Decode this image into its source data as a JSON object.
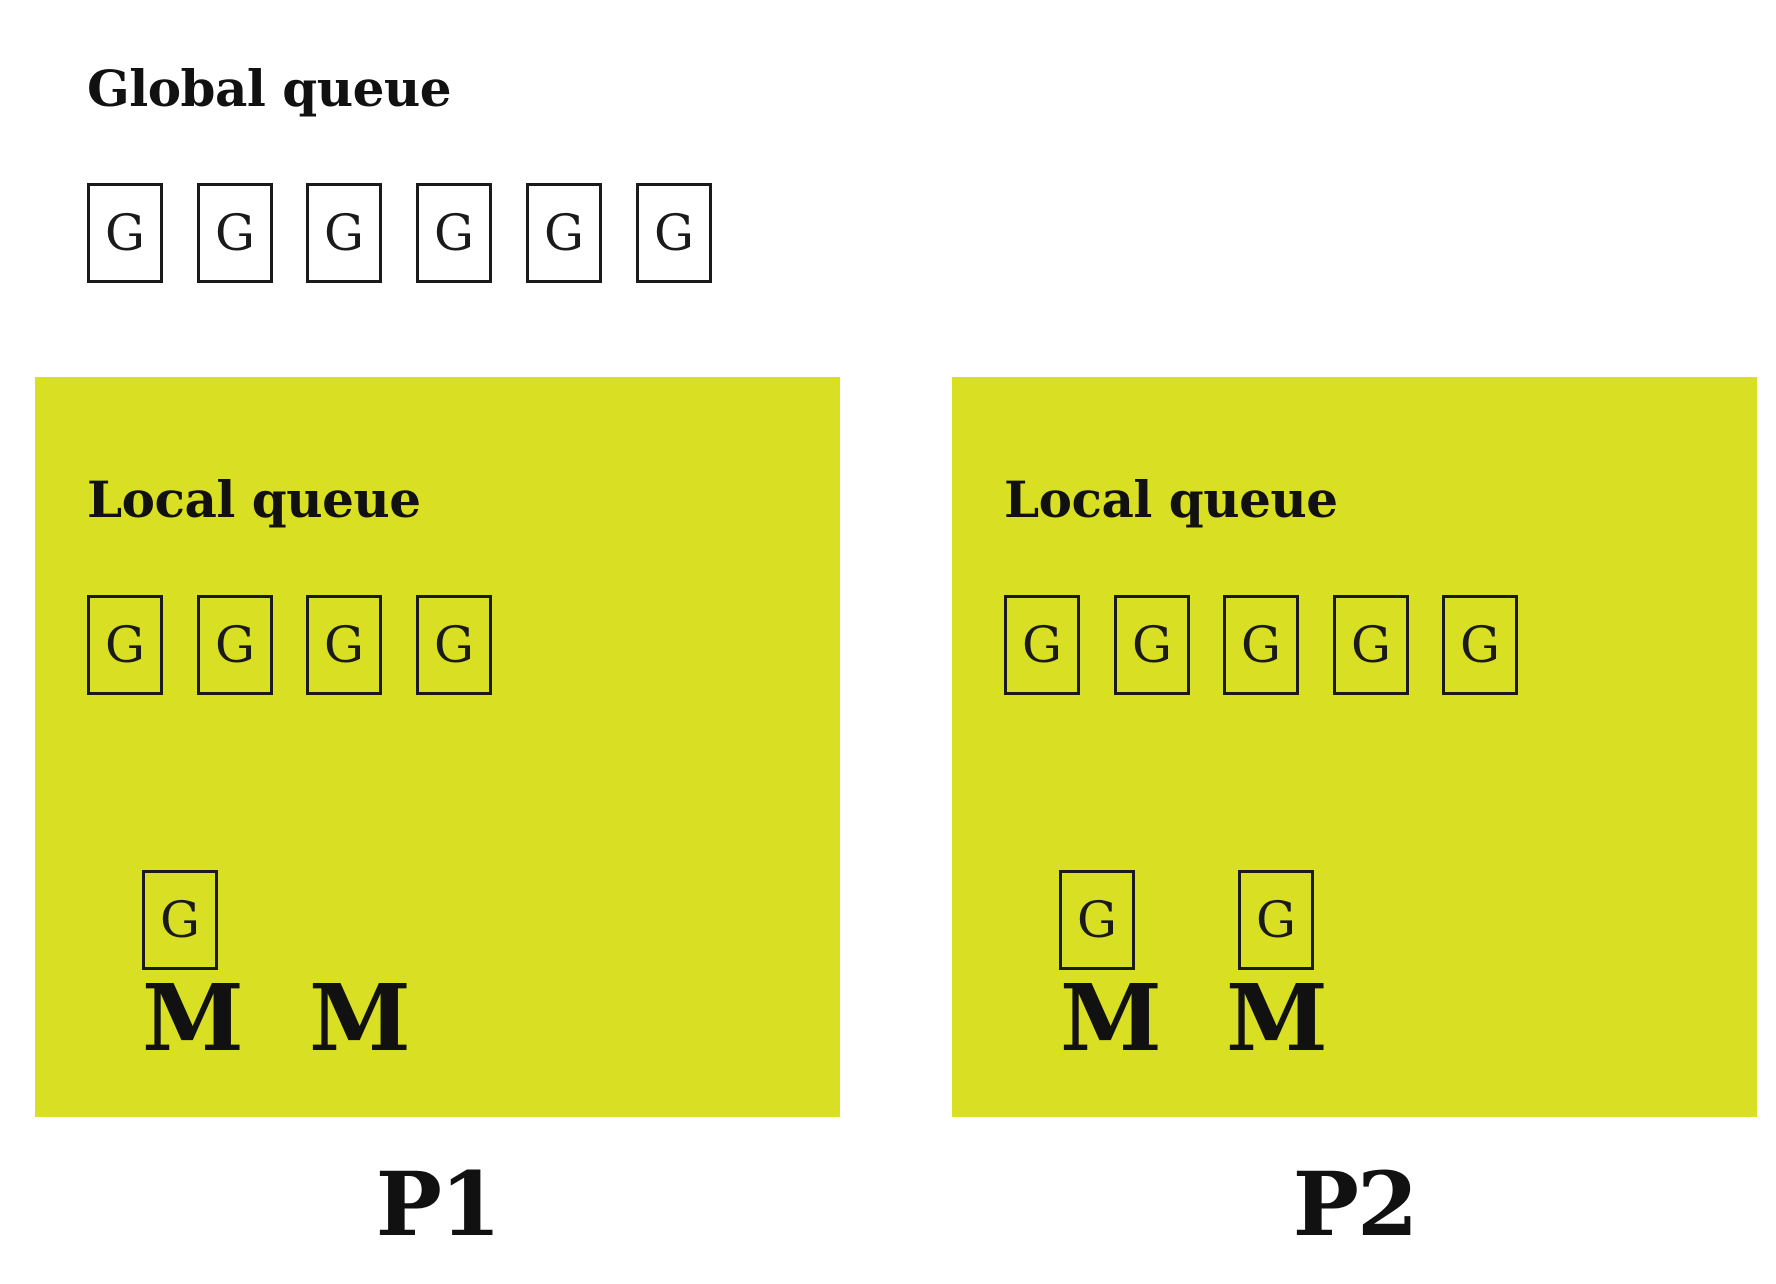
{
  "global": {
    "title": "Global queue",
    "goroutines": [
      "G",
      "G",
      "G",
      "G",
      "G",
      "G"
    ]
  },
  "processors": [
    {
      "label": "P1",
      "queue_title": "Local queue",
      "local_goroutines": [
        "G",
        "G",
        "G",
        "G"
      ],
      "threads": [
        {
          "label": "M",
          "running": "G"
        },
        {
          "label": "M",
          "running": null
        }
      ]
    },
    {
      "label": "P2",
      "queue_title": "Local queue",
      "local_goroutines": [
        "G",
        "G",
        "G",
        "G",
        "G"
      ],
      "threads": [
        {
          "label": "M",
          "running": "G"
        },
        {
          "label": "M",
          "running": "G"
        }
      ]
    }
  ],
  "colors": {
    "processor_fill": "#d9df22",
    "stroke": "#1a1a1a"
  }
}
